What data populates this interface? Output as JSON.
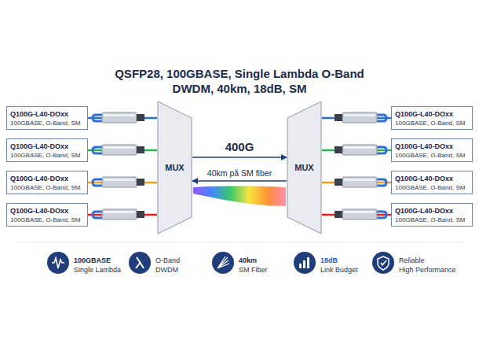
{
  "diagram": {
    "title": "QSFP28, 100GBASE, Single Lambda O-Band DWDM, 40km, 18dB, SM",
    "nodes": [
      {
        "text": [
          "Q100G-L40-DOxx",
          "100GBASE, O-Band, SM"
        ]
      },
      {
        "text": [
          "Q100G-L40-DOxx",
          "100GBASE, O-Band, SM"
        ]
      },
      {
        "text": [
          "Q100G-L40-DOxx",
          "100GBASE, O-Band, SM"
        ]
      },
      {
        "text": [
          "Q100G-L40-DOxx",
          "100GBASE, O-Band, SM"
        ]
      },
      {
        "text": [
          "MUX"
        ]
      },
      {
        "text": [
          "MUX"
        ]
      },
      {
        "text": [
          "Q100G-L40-DOxx",
          "100GBASE, O-Band, SM"
        ]
      },
      {
        "text": [
          "Q100G-L40-DOxx",
          "100GBASE, O-Band, SM"
        ]
      },
      {
        "text": [
          "Q100G-L40-DOxx",
          "100GBASE, O-Band, SM"
        ]
      },
      {
        "text": [
          "Q100G-L40-DOxx",
          "100GBASE, O-Band, SM"
        ]
      }
    ],
    "edges": [
      {
        "from": 0,
        "to": 4,
        "arrow": "none"
      },
      {
        "from": 1,
        "to": 4,
        "arrow": "none"
      },
      {
        "from": 2,
        "to": 4,
        "arrow": "none"
      },
      {
        "from": 3,
        "to": 4,
        "arrow": "none"
      },
      {
        "from": 4,
        "to": 5,
        "label": "400G",
        "arrow": "to"
      },
      {
        "from": 5,
        "to": 4,
        "label": "40km på SM fiber",
        "arrow": "to"
      },
      {
        "from": 6,
        "to": 5,
        "arrow": "none"
      },
      {
        "from": 7,
        "to": 5,
        "arrow": "none"
      },
      {
        "from": 8,
        "to": 5,
        "arrow": "none"
      },
      {
        "from": 9,
        "to": 5,
        "arrow": "none"
      }
    ],
    "labels": [
      "100GBASE",
      "Single Lambda",
      "O-Band",
      "DWDM",
      "40km",
      "SM Fiber",
      "18dB",
      "Link Budget",
      "Reliable",
      "High Performance"
    ]
  }
}
